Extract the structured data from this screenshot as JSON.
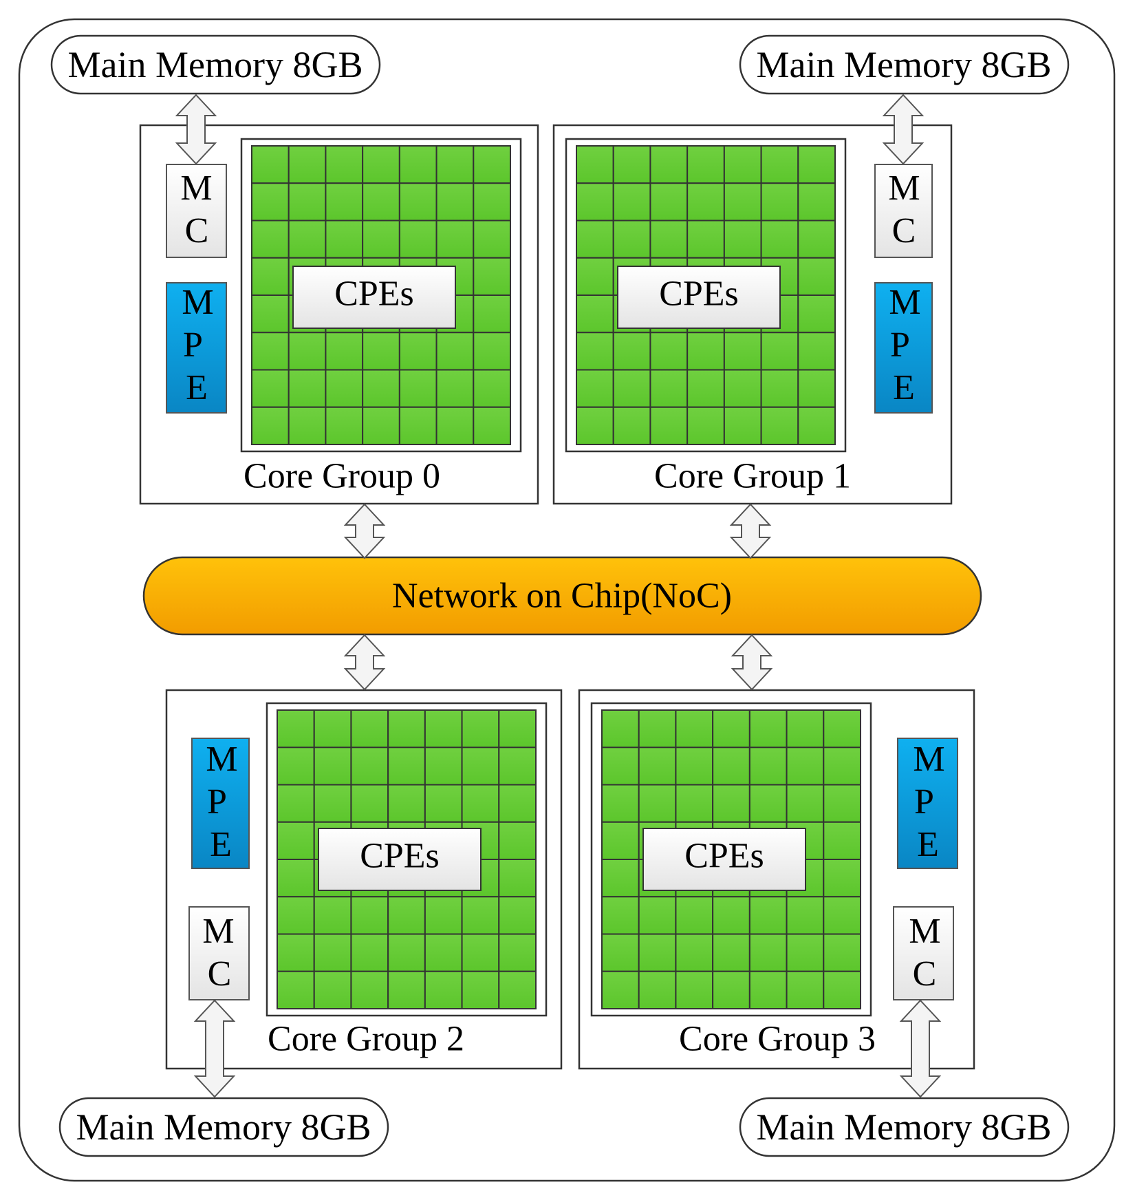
{
  "memories": [
    {
      "id": "mem-0",
      "label": "Main Memory 8GB"
    },
    {
      "id": "mem-1",
      "label": "Main Memory 8GB"
    },
    {
      "id": "mem-2",
      "label": "Main Memory 8GB"
    },
    {
      "id": "mem-3",
      "label": "Main Memory 8GB"
    }
  ],
  "core_groups": [
    {
      "label": "Core Group 0",
      "cpe_label": "CPEs",
      "mc_label": "MC",
      "mpe_label": "MPE"
    },
    {
      "label": "Core Group 1",
      "cpe_label": "CPEs",
      "mc_label": "MC",
      "mpe_label": "MPE"
    },
    {
      "label": "Core Group 2",
      "cpe_label": "CPEs",
      "mc_label": "MC",
      "mpe_label": "MPE"
    },
    {
      "label": "Core Group 3",
      "cpe_label": "CPEs",
      "mc_label": "MC",
      "mpe_label": "MPE"
    }
  ],
  "noc": {
    "label": "Network on Chip(NoC)"
  },
  "colors": {
    "cpe_green": "#66cc33",
    "mpe_blue": "#1199dd",
    "noc_orange": "#f7a800",
    "mc_gray": "#eeeeee"
  }
}
